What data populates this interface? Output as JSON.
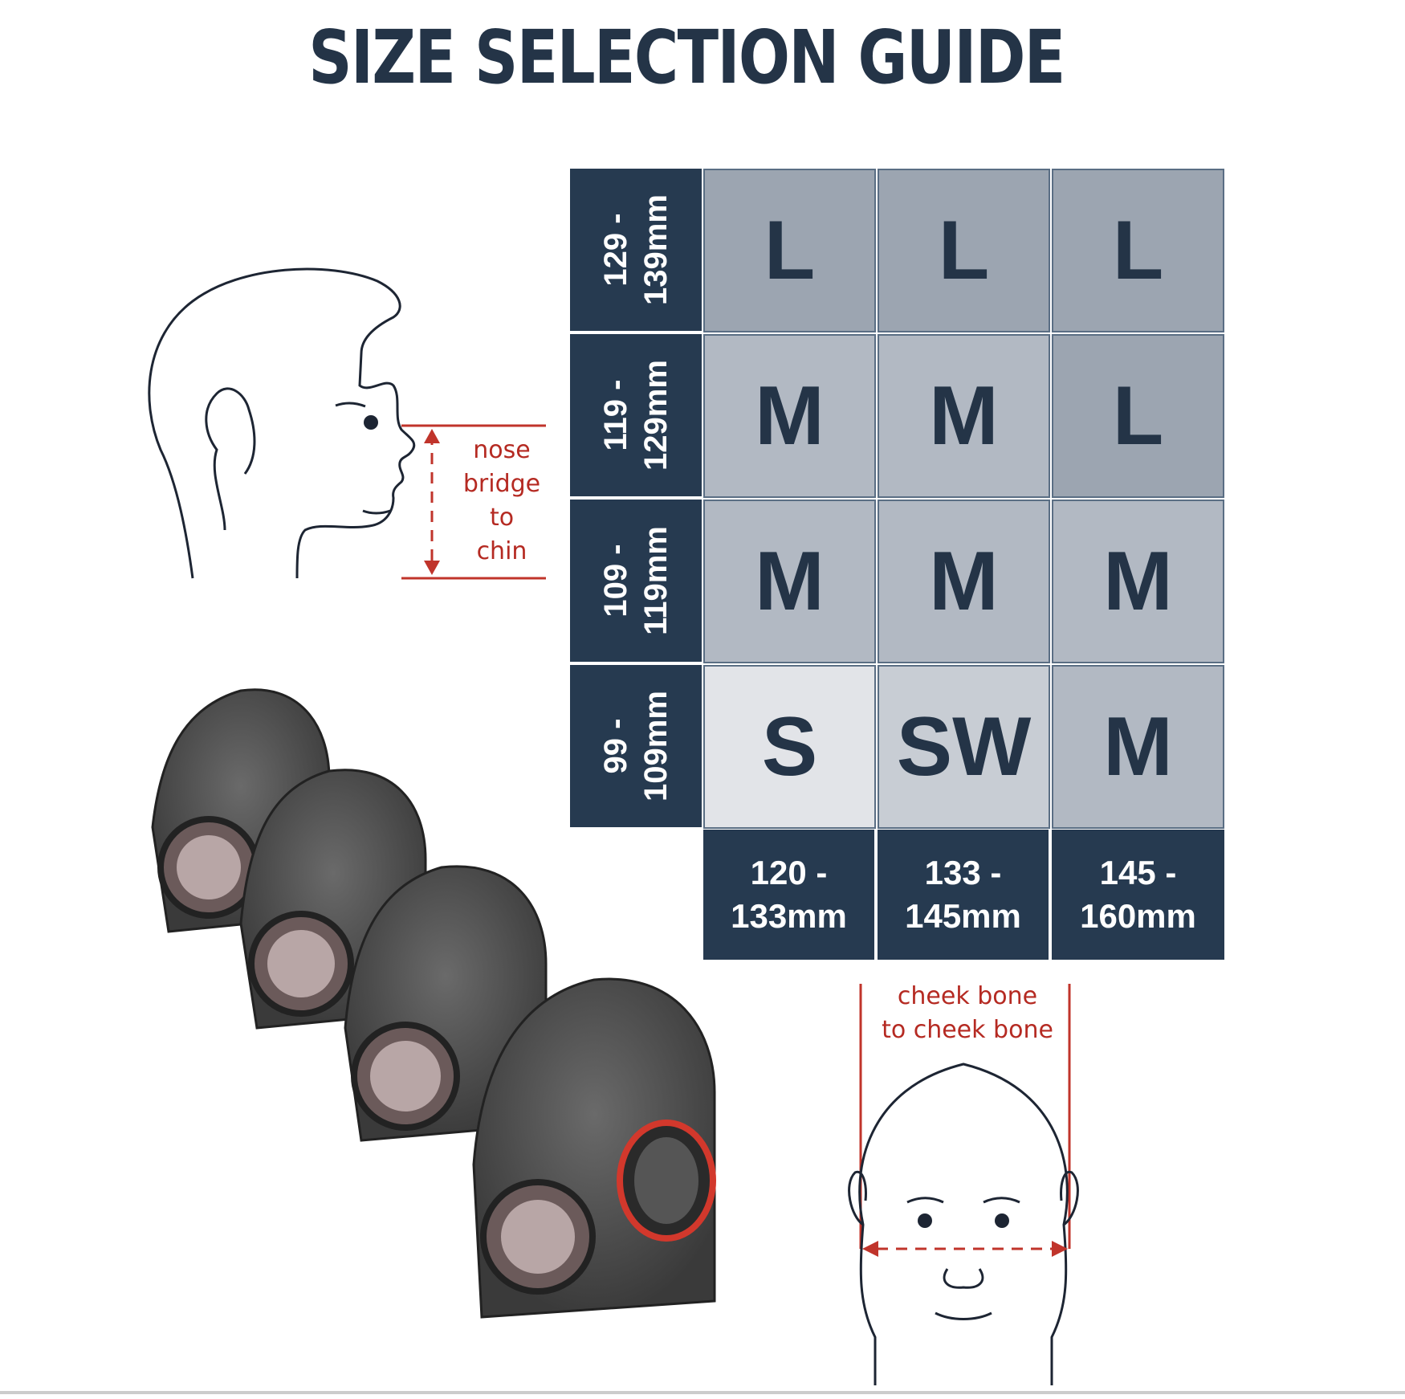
{
  "title": "SIZE SELECTION GUIDE",
  "rows": [
    {
      "label": "129 -\n139mm",
      "cells": [
        "L",
        "L",
        "L"
      ]
    },
    {
      "label": "119 -\n129mm",
      "cells": [
        "M",
        "M",
        "L"
      ]
    },
    {
      "label": "109 -\n119mm",
      "cells": [
        "M",
        "M",
        "M"
      ]
    },
    {
      "label": "99 -\n109mm",
      "cells": [
        "S",
        "SW",
        "M"
      ]
    }
  ],
  "columns": [
    "120 -\n133mm",
    "133 -\n145mm",
    "145 -\n160mm"
  ],
  "side_label": "nose\nbridge\nto\nchin",
  "front_label": "cheek bone\nto cheek bone",
  "colors": {
    "navy": "#263a50",
    "measure_red": "#b52a22"
  }
}
